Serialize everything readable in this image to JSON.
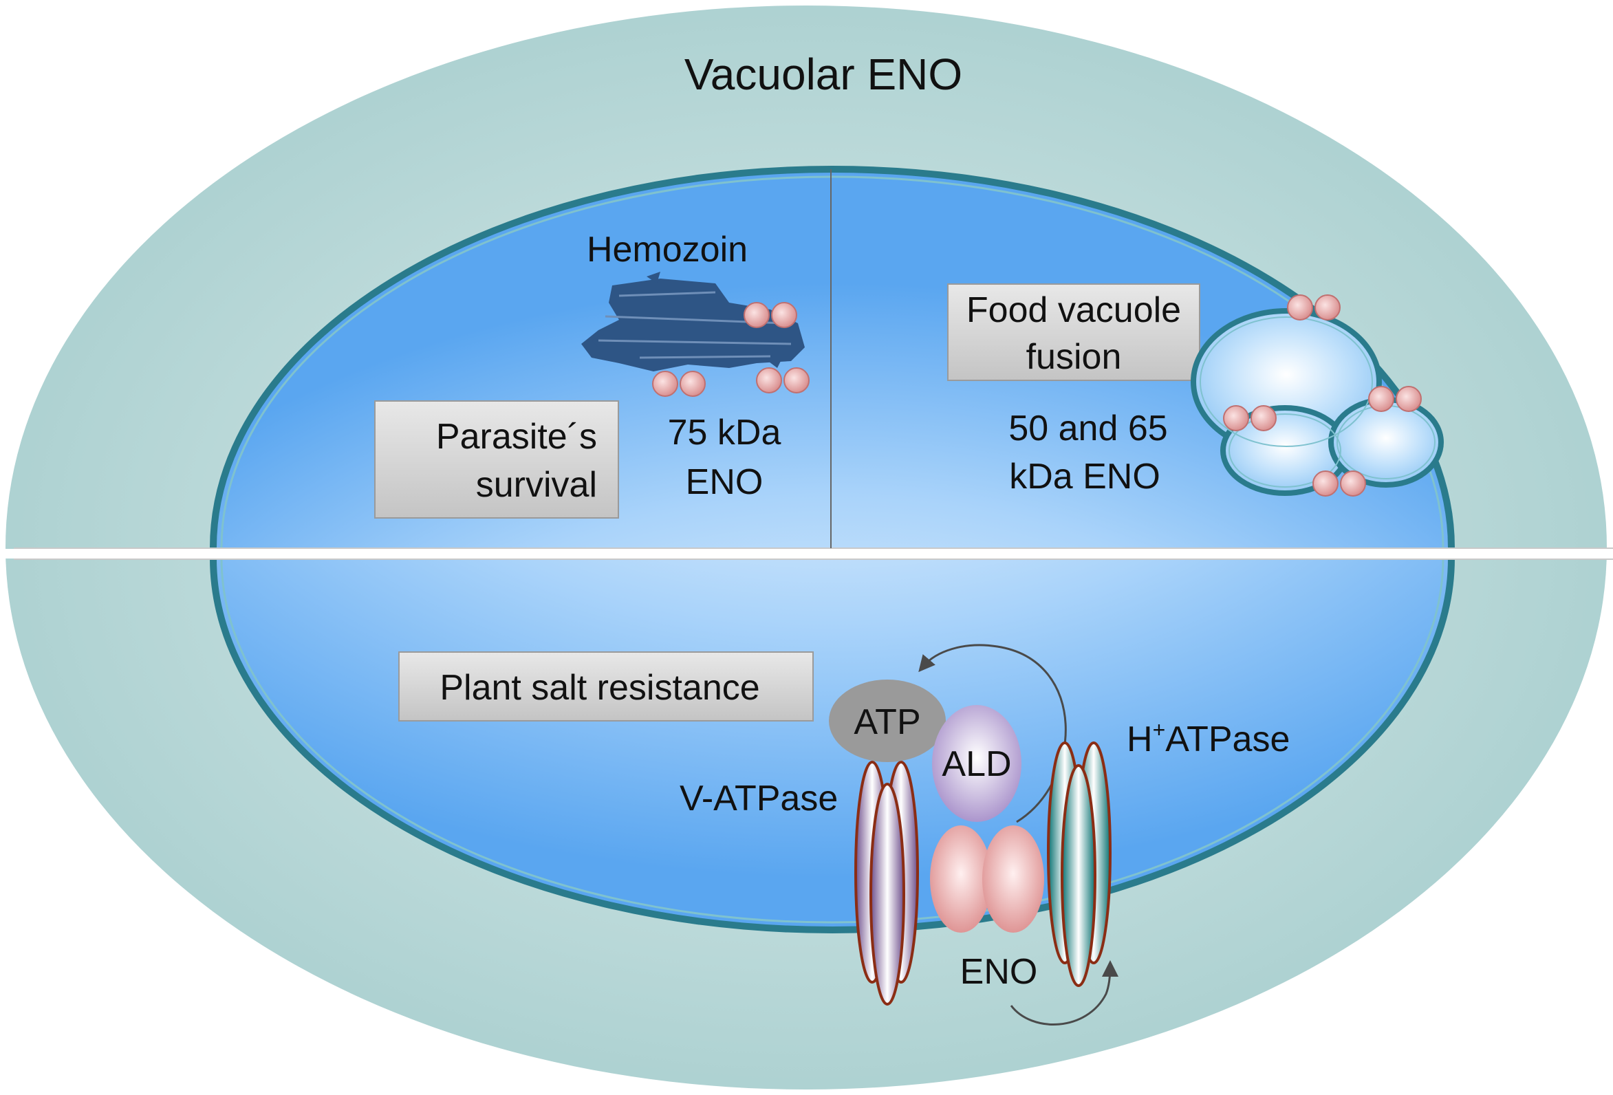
{
  "title": "Vacuolar ENO",
  "top_left": {
    "hemozoin_label": "Hemozoin",
    "box_line1": "Parasite´s",
    "box_line2": "survival",
    "eno_line1": "75 kDa",
    "eno_line2": "ENO"
  },
  "top_right": {
    "box_line1": "Food vacuole",
    "box_line2": "fusion",
    "eno_line1": "50 and 65",
    "eno_line2": "kDa ENO"
  },
  "bottom": {
    "box_label": "Plant salt resistance",
    "atp_label": "ATP",
    "ald_label": "ALD",
    "v_atpase_label": "V-ATPase",
    "h_atpase_prefix": "H",
    "h_atpase_sup": "+",
    "h_atpase_suffix": "ATPase",
    "eno_label": "ENO"
  },
  "colors": {
    "outer_fill": "#a9cfcf",
    "outer_center": "#dcecec",
    "inner_fill": "#6fb2f2",
    "inner_center": "#ffffff",
    "membrane": "#2a7b8c",
    "eno_sphere": "#e7a0a0",
    "hemozoin": "#2e5585",
    "atp": "#9a9a9a",
    "ald": "#b09ad0",
    "v_atpase": "#8c6fa8",
    "h_atpase": "#1a9090",
    "outline_red": "#8b2d14",
    "box_fill": "#d6d6d6",
    "divider": "#ffffff",
    "arrow": "#4a4a4a"
  }
}
